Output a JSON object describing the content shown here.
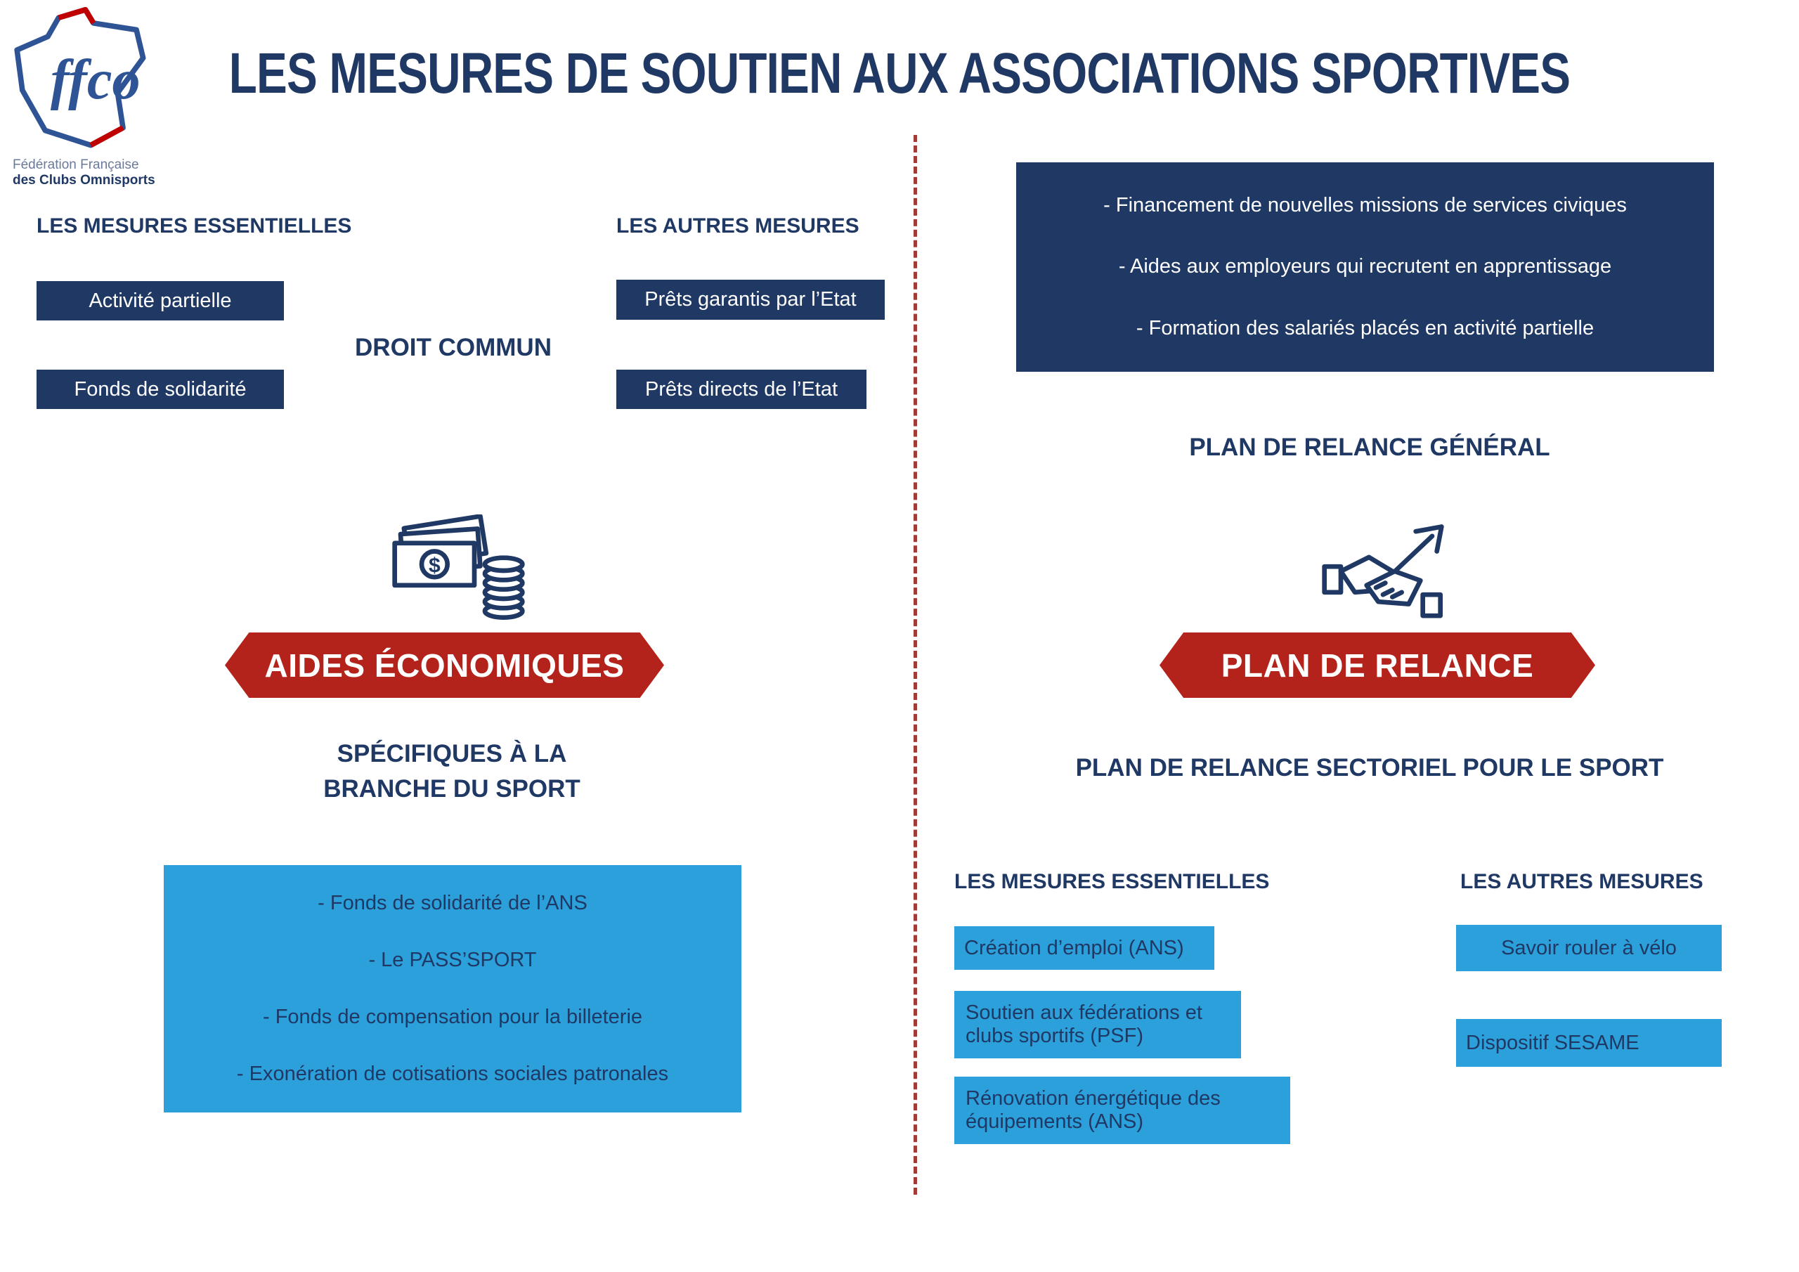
{
  "logo": {
    "acronym": "ffco",
    "line1": "Fédération Française",
    "line2": "des Clubs Omnisports"
  },
  "title": "LES MESURES DE SOUTIEN AUX ASSOCIATIONS SPORTIVES",
  "left": {
    "essential_heading": "LES MESURES ESSENTIELLES",
    "other_heading": "LES AUTRES MESURES",
    "droit_commun": "DROIT COMMUN",
    "essential_boxes": [
      "Activité partielle",
      "Fonds de solidarité"
    ],
    "other_boxes": [
      "Prêts garantis par l’Etat",
      "Prêts directs de l’Etat"
    ],
    "banner": "AIDES ÉCONOMIQUES",
    "subtitle_line1": "SPÉCIFIQUES À LA",
    "subtitle_line2": "BRANCHE DU SPORT",
    "blue_box_items": [
      "- Fonds de solidarité de l’ANS",
      "- Le PASS’SPORT",
      "- Fonds de compensation pour la billeterie",
      "- Exonération de cotisations sociales patronales"
    ]
  },
  "right": {
    "navy_box_items": [
      "- Financement de nouvelles missions de services civiques",
      "- Aides aux employeurs qui recrutent en apprentissage",
      "- Formation des salariés placés en activité partielle"
    ],
    "general_heading": "PLAN DE RELANCE GÉNÉRAL",
    "banner": "PLAN DE RELANCE",
    "sectoral_heading": "PLAN DE RELANCE SECTORIEL POUR LE SPORT",
    "essential_heading": "LES MESURES ESSENTIELLES",
    "other_heading": "LES AUTRES MESURES",
    "essential_boxes": [
      "Création d’emploi (ANS)",
      "Soutien aux fédérations et clubs sportifs (PSF)",
      "Rénovation énergétique des équipements (ANS)"
    ],
    "other_boxes": [
      "Savoir rouler à vélo",
      "Dispositif SESAME"
    ]
  },
  "colors": {
    "navy": "#1F3864",
    "red": "#B3231B",
    "light_blue": "#2CA0DA",
    "divider_red": "#A23B36"
  }
}
